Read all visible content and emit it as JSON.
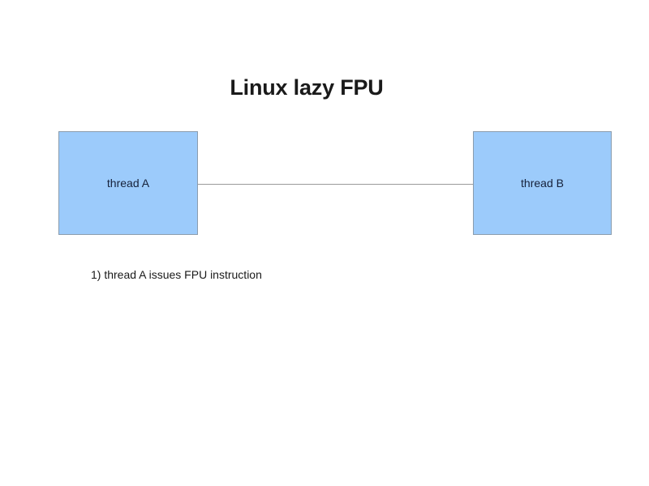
{
  "slide": {
    "title": "Linux lazy FPU",
    "background_color": "#ffffff"
  },
  "diagram": {
    "type": "flow",
    "node_fill_color": "#9ccbfb",
    "node_border_color": "#8a9cad",
    "connector_color": "#9a9a9a",
    "nodes": [
      {
        "id": "thread-a",
        "label": "thread A"
      },
      {
        "id": "thread-b",
        "label": "thread B"
      }
    ],
    "connectors": [
      {
        "from": "thread-a",
        "to": "thread-b",
        "style": "plain-line",
        "arrowhead": "none"
      }
    ]
  },
  "caption": {
    "step": "1) thread A issues FPU instruction"
  }
}
